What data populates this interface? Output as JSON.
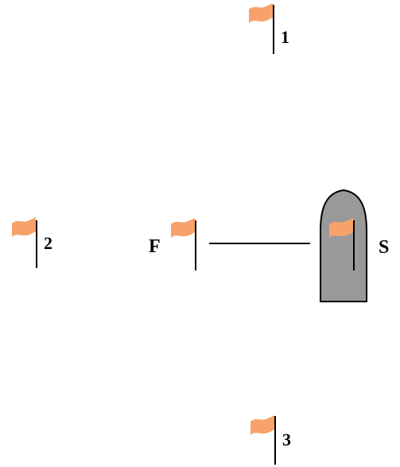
{
  "colors": {
    "flag": "#F7A26A",
    "pole": "#000000",
    "boat_fill": "#999999",
    "boat_stroke": "#000000",
    "line": "#000000",
    "text": "#000000",
    "background": "#FFFFFF"
  },
  "icons": {
    "flag": "flag-icon",
    "boat": "boat-icon"
  },
  "labels": {
    "flag_1": "1",
    "flag_2": "2",
    "flag_3": "3",
    "start_flag": "F",
    "boat": "S"
  }
}
